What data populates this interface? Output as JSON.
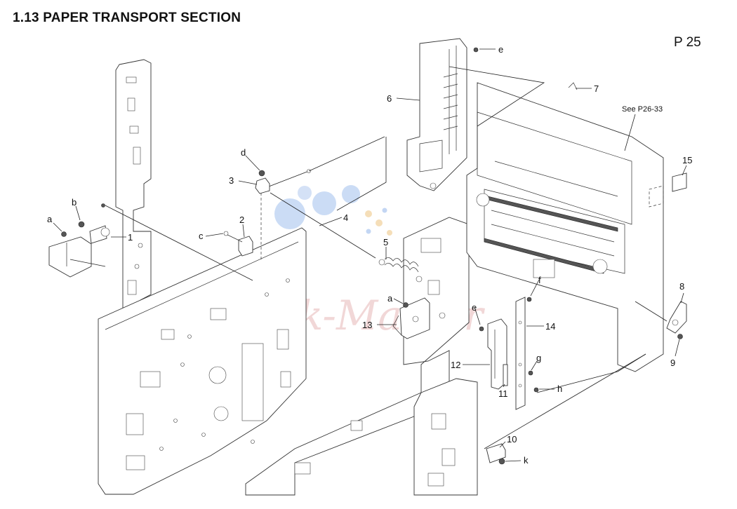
{
  "header": {
    "section_title": "1.13   PAPER TRANSPORT SECTION",
    "page_number": "P 25"
  },
  "watermark": {
    "text": "Ink-Master",
    "dot_colors": [
      "#a9c4ee",
      "#f3d6a6"
    ]
  },
  "reference_note": "See P26-33",
  "callouts": {
    "p1": "1",
    "p2": "2",
    "p3": "3",
    "p4": "4",
    "p5": "5",
    "p6": "6",
    "p7": "7",
    "p8": "8",
    "p9": "9",
    "p10": "10",
    "p11": "11",
    "p12": "12",
    "p13": "13",
    "p14": "14",
    "p15": "15",
    "a1": "a",
    "a2": "a",
    "b": "b",
    "c": "c",
    "d": "d",
    "e1": "e",
    "e2": "e",
    "f": "f",
    "g": "g",
    "h": "h",
    "k": "k"
  }
}
